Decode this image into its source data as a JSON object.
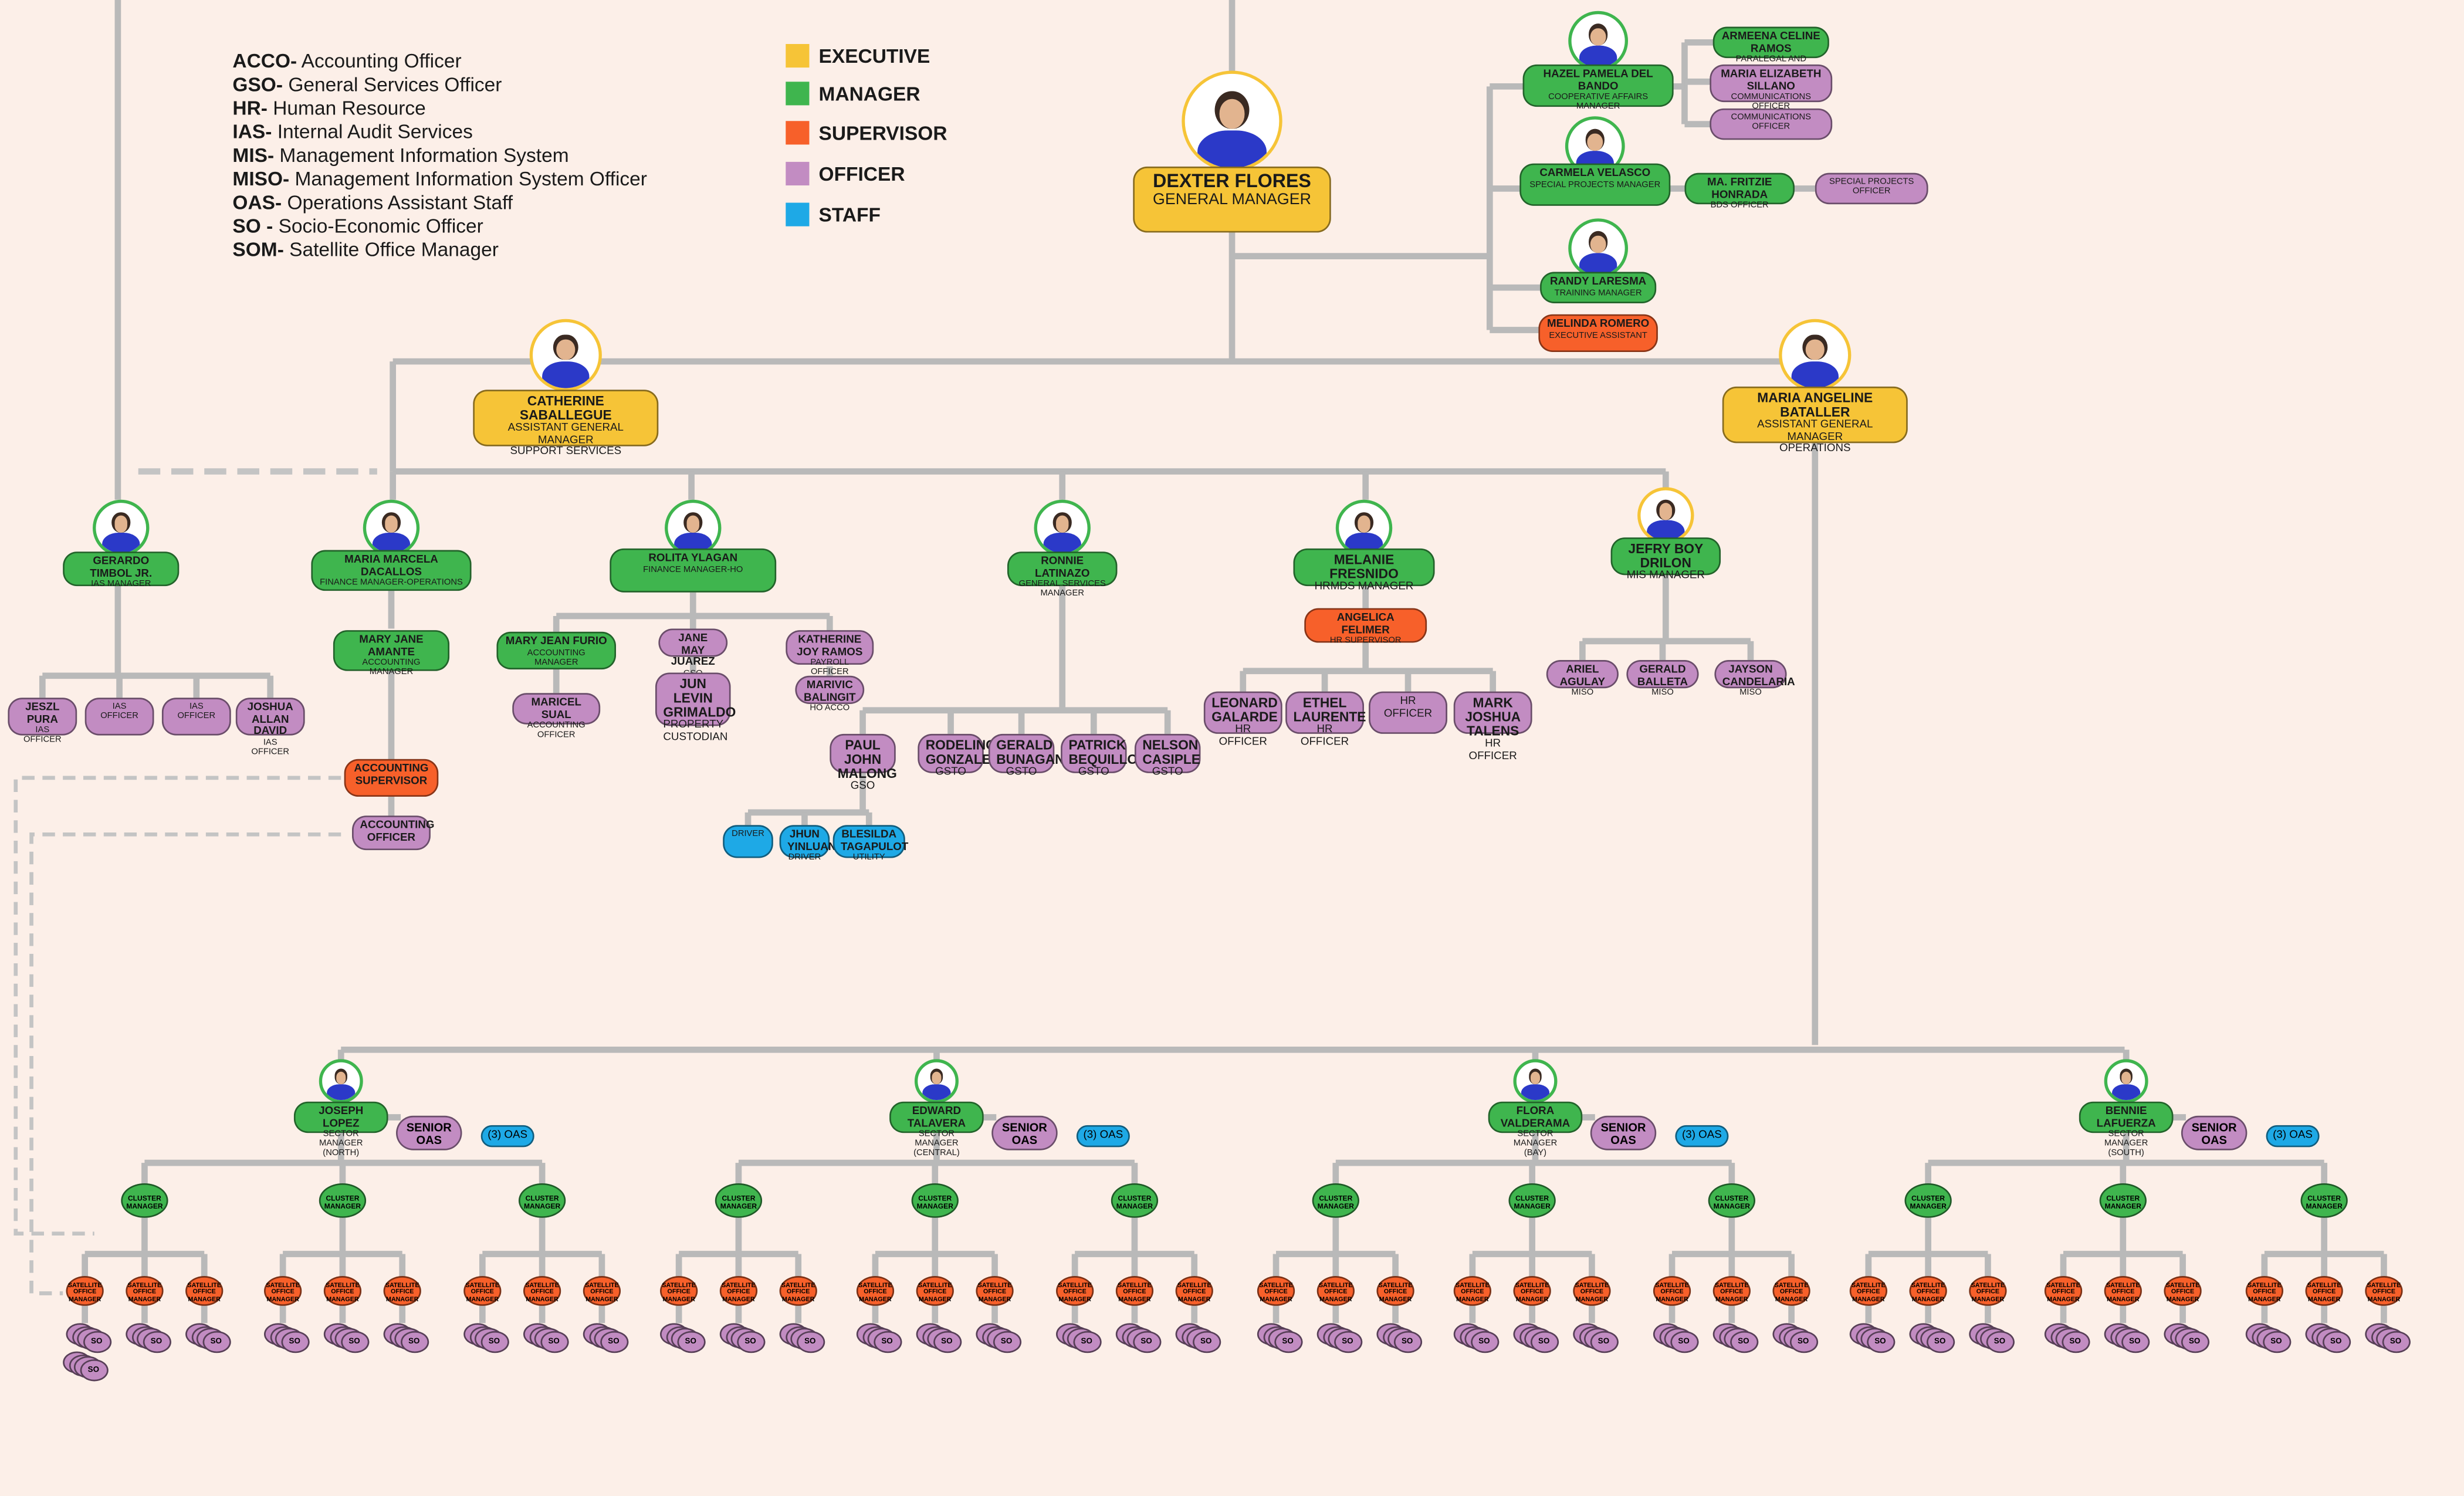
{
  "legend": {
    "abbreviations": [
      {
        "code": "ACCO-",
        "meaning": " Accounting Officer"
      },
      {
        "code": "GSO-",
        "meaning": " General Services Officer"
      },
      {
        "code": "HR-",
        "meaning": " Human Resource"
      },
      {
        "code": "IAS-",
        "meaning": " Internal Audit Services"
      },
      {
        "code": "MIS-",
        "meaning": " Management Information System"
      },
      {
        "code": "MISO-",
        "meaning": " Management Information System Officer"
      },
      {
        "code": "OAS-",
        "meaning": " Operations Assistant Staff"
      },
      {
        "code": "SO -",
        "meaning": " Socio-Economic Officer"
      },
      {
        "code": "SOM-",
        "meaning": " Satellite Office Manager"
      }
    ],
    "levels": [
      {
        "label": "EXECUTIVE",
        "color": "#f6c437"
      },
      {
        "label": "MANAGER",
        "color": "#3fb54e"
      },
      {
        "label": "SUPERVISOR",
        "color": "#f7602a"
      },
      {
        "label": "OFFICER",
        "color": "#c28cc2"
      },
      {
        "label": "STAFF",
        "color": "#1ea9e6"
      }
    ]
  },
  "gm": {
    "name": "DEXTER FLORES",
    "title": "GENERAL MANAGER"
  },
  "gm_staff": [
    {
      "name": "HAZEL PAMELA DEL BANDO",
      "title": "COOPERATIVE AFFAIRS MANAGER"
    },
    {
      "name": "CARMELA VELASCO",
      "title": "SPECIAL PROJECTS MANAGER"
    },
    {
      "name": "RANDY LARESMA",
      "title": "TRAINING MANAGER"
    },
    {
      "name": "MELINDA ROMERO",
      "title": "EXECUTIVE ASSISTANT"
    }
  ],
  "coop_officers": [
    {
      "name": "ARMEENA CELINE RAMOS",
      "title": "PARALEGAL AND COMPLIANCE"
    },
    {
      "name": "MARIA ELIZABETH SILLANO",
      "title": "COMMUNICATIONS OFFICER"
    },
    {
      "name": "",
      "title": "COMMUNICATIONS OFFICER"
    }
  ],
  "sp_staff": [
    {
      "name": "MA. FRITZIE HONRADA",
      "title": "BDS OFFICER"
    },
    {
      "name": "",
      "title": "SPECIAL PROJECTS OFFICER"
    }
  ],
  "agm_support": {
    "name": "CATHERINE SABALLEGUE",
    "title": "ASSISTANT GENERAL MANAGER",
    "sub": "SUPPORT SERVICES"
  },
  "agm_ops": {
    "name": "MARIA ANGELINE BATALLER",
    "title": "ASSISTANT GENERAL MANAGER",
    "sub": "OPERATIONS"
  },
  "ias": {
    "name": "GERARDO TIMBOL JR.",
    "title": "IAS MANAGER"
  },
  "ias_officers": [
    {
      "name": "JESZL PURA",
      "title": "IAS OFFICER"
    },
    {
      "name": "",
      "title": "IAS OFFICER"
    },
    {
      "name": "",
      "title": "IAS OFFICER"
    },
    {
      "name": "JOSHUA ALLAN DAVID",
      "title": "IAS OFFICER"
    }
  ],
  "fin_ops": {
    "name": "MARIA MARCELA DACALLOS",
    "title": "FINANCE MANAGER-OPERATIONS"
  },
  "acct_mgr": {
    "name": "MARY JANE AMANTE",
    "title": "ACCOUNTING MANAGER"
  },
  "acct_sup": {
    "name": "ACCOUNTING SUPERVISOR"
  },
  "acct_off": {
    "name": "ACCOUNTING OFFICER"
  },
  "fin_ho": {
    "name": "ROLITA YLAGAN",
    "title": "FINANCE MANAGER-HO"
  },
  "fin_ho_staff": [
    {
      "name": "MARY JEAN FURIO",
      "title": "ACCOUNTING MANAGER"
    },
    {
      "name": "MARICEL SUAL",
      "title": "ACCOUNTING OFFICER"
    },
    {
      "name": "JANE MAY JUAREZ",
      "title": "GSO"
    },
    {
      "name": "JUN LEVIN GRIMALDO",
      "title": "PROPERTY CUSTODIAN"
    },
    {
      "name": "KATHERINE JOY RAMOS",
      "title": "PAYROLL OFFICER"
    },
    {
      "name": "MARIVIC BALINGIT",
      "title": "HO ACCO"
    }
  ],
  "gs": {
    "name": "RONNIE LATINAZO",
    "title": "GENERAL SERVICES MANAGER"
  },
  "gs_staff": [
    {
      "name": "PAUL JOHN MALONG",
      "title": "GSO"
    },
    {
      "name": "RODELINO GONZALES",
      "title": "GSTO"
    },
    {
      "name": "GERALD BUNAGAN",
      "title": "GSTO"
    },
    {
      "name": "PATRICK BEQUILLO",
      "title": "GSTO"
    },
    {
      "name": "NELSON CASIPLE",
      "title": "GSTO"
    }
  ],
  "gs_drivers": [
    {
      "name": "",
      "title": "DRIVER"
    },
    {
      "name": "JHUN YINLUAN",
      "title": "DRIVER"
    },
    {
      "name": "BLESILDA TAGAPULOT",
      "title": "UTILITY"
    }
  ],
  "hr": {
    "name": "MELANIE FRESNIDO",
    "title": "HRMDS MANAGER"
  },
  "hr_sup": {
    "name": "ANGELICA FELIMER",
    "title": "HR SUPERVISOR"
  },
  "hr_officers": [
    {
      "name": "LEONARD GALARDE",
      "title": "HR OFFICER"
    },
    {
      "name": "ETHEL LAURENTE",
      "title": "HR OFFICER"
    },
    {
      "name": "",
      "title": "HR OFFICER"
    },
    {
      "name": "MARK JOSHUA TALENS",
      "title": "HR OFFICER"
    }
  ],
  "mis": {
    "name": "JEFRY BOY DRILON",
    "title": "MIS MANAGER"
  },
  "mis_officers": [
    {
      "name": "ARIEL AGULAY",
      "title": "MISO"
    },
    {
      "name": "GERALD BALLETA",
      "title": "MISO"
    },
    {
      "name": "JAYSON CANDELARIA",
      "title": "MISO"
    }
  ],
  "sectors": [
    {
      "name": "JOSEPH LOPEZ",
      "title": "SECTOR MANAGER",
      "sub": "(NORTH)"
    },
    {
      "name": "EDWARD TALAVERA",
      "title": "SECTOR MANAGER",
      "sub": "(CENTRAL)"
    },
    {
      "name": "FLORA VALDERAMA",
      "title": "SECTOR MANAGER",
      "sub": "(BAY)"
    },
    {
      "name": "BENNIE LAFUERZA",
      "title": "SECTOR MANAGER",
      "sub": "(SOUTH)"
    }
  ],
  "sector_units": {
    "senior": "SENIOR OAS",
    "oas": "(3) OAS",
    "cluster": "CLUSTER MANAGER",
    "som": "SATELLITE OFFICE MANAGER",
    "so": "SO"
  }
}
